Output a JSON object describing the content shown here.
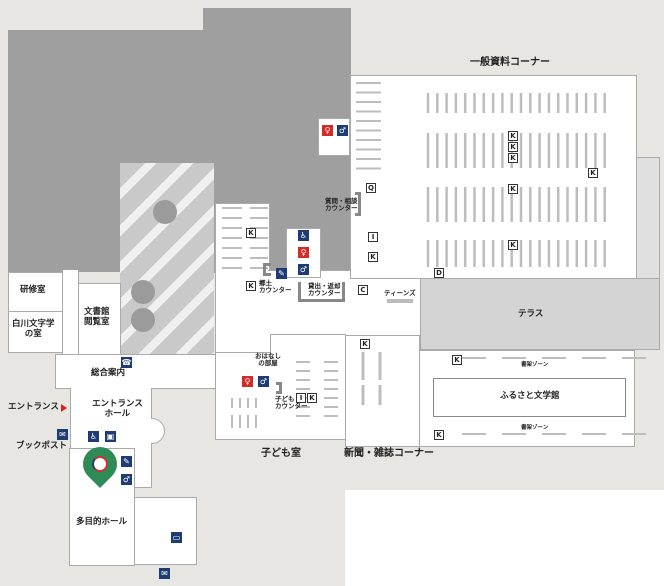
{
  "areas": {
    "general_corner": "一般資料コーナー",
    "kensyu": "研修室",
    "shirakawa": "白川文字学\nの室",
    "archives": "文書館\n閲覧室",
    "info": "総合案内",
    "entrance": "エントランス",
    "entrance_hall": "エントランス\nホール",
    "book_post": "ブックポスト",
    "multi_hall": "多目的ホール",
    "kids_room": "子ども室",
    "newspaper": "新聞・雑誌コーナー",
    "furusato": "ふるさと文学館",
    "terrace": "テラス",
    "teens": "ティーンズ",
    "story_room": "おはなし\nの部屋",
    "kids_counter": "子ども\nカウンター",
    "local_counter": "郷土\nカウンター",
    "lending_counter": "貸出・返却\nカウンター",
    "reference_counter": "質問・相談\nカウンター",
    "stack_zone_1": "書架ゾーン",
    "stack_zone_2": "書架ゾーン"
  },
  "markers": {
    "K": "K",
    "I": "I",
    "Q": "Q",
    "C": "C",
    "D": "D"
  },
  "icons": [
    "restroom-male-icon",
    "restroom-female-icon",
    "wheelchair-icon",
    "baby-care-icon",
    "phone-icon",
    "book-post-icon",
    "elevator-icon",
    "location-pin-icon"
  ],
  "colors": {
    "pin": "#2e8a57",
    "icon_blue": "#1f3b73",
    "icon_red": "#d42a2a",
    "entrance_arrow": "#e0201b"
  }
}
